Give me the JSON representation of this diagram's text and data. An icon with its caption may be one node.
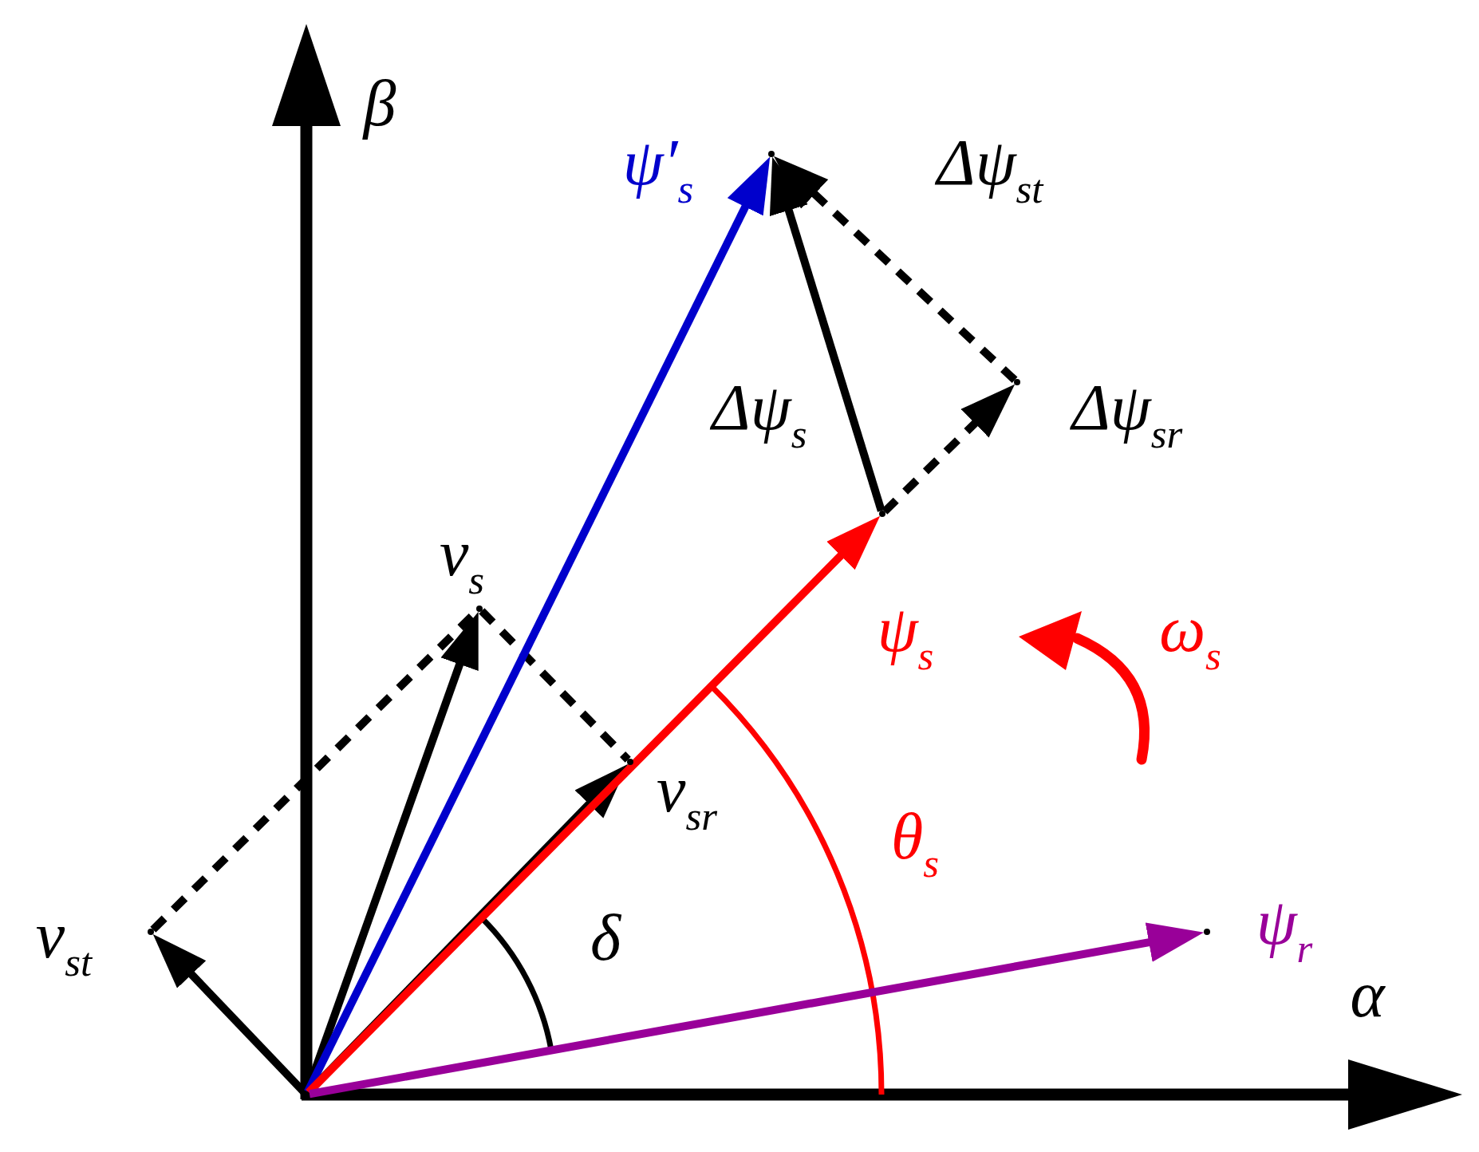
{
  "diagram": {
    "nodes": [
      {
        "text": [],
        "shape": "point"
      },
      {
        "text": [],
        "shape": "point"
      },
      {
        "text": [],
        "shape": "point"
      },
      {
        "text": [],
        "shape": "point"
      },
      {
        "text": [],
        "shape": "point"
      },
      {
        "text": [],
        "shape": "point"
      },
      {
        "text": [],
        "shape": "point"
      },
      {
        "text": [],
        "shape": "point"
      }
    ],
    "edges": [
      {
        "from": 0,
        "to": 1,
        "arrow": "to",
        "color": "#0000cc",
        "label": "ψ′$_{s}$"
      },
      {
        "from": 0,
        "to": 2,
        "arrow": "to",
        "color": "#ff0000",
        "label": "ψ$_{s}$"
      },
      {
        "from": 2,
        "to": 1,
        "arrow": "to",
        "label": "Δψ$_{s}$"
      },
      {
        "from": 2,
        "to": 3,
        "arrow": "to",
        "style": "dashed",
        "label": "Δψ$_{sr}$"
      },
      {
        "from": 3,
        "to": 1,
        "arrow": "to",
        "style": "dashed",
        "label": "Δψ$_{st}$"
      },
      {
        "from": 0,
        "to": 4,
        "arrow": "to",
        "label": "v$_{s}$"
      },
      {
        "from": 0,
        "to": 5,
        "arrow": "to",
        "label": "v$_{sr}$"
      },
      {
        "from": 0,
        "to": 6,
        "arrow": "to",
        "label": "v$_{st}$"
      },
      {
        "from": 6,
        "to": 4,
        "arrow": "none",
        "style": "dashed"
      },
      {
        "from": 4,
        "to": 5,
        "arrow": "none",
        "style": "dashed"
      },
      {
        "from": 0,
        "to": 7,
        "arrow": "to",
        "color": "#990099",
        "label": "ψ$_{r}$"
      }
    ],
    "labels": [
      "β",
      "ω$_{s}$",
      "θ$_{s}$",
      "δ",
      "α"
    ]
  }
}
